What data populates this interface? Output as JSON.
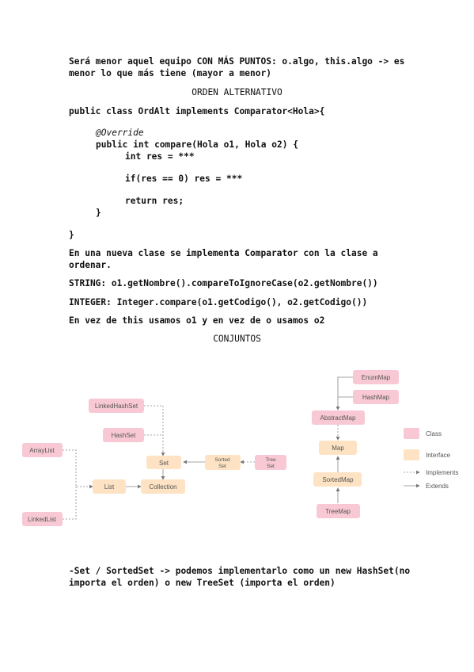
{
  "doc": {
    "line1": "Será menor aquel equipo CON MÁS PUNTOS: o.algo, this.algo -> es",
    "line2": "menor lo que más tiene (mayor a menor)",
    "heading_orden": "ORDEN ALTERNATIVO",
    "code": {
      "class_decl": "public class OrdAlt implements Comparator<Hola>{",
      "override": "@Override",
      "method": "public int compare(Hola o1, Hola o2) {",
      "int_res": "int res = ***",
      "if_res": "if(res == 0) res = ***",
      "return": "return res;",
      "close_method": "}",
      "close_class": "}"
    },
    "para_nueva_1": "En una nueva clase se implementa Comparator con la clase a",
    "para_nueva_2": "ordenar.",
    "string_line": "STRING: o1.getNombre().compareToIgnoreCase(o2.getNombre())",
    "integer_line": "INTEGER: Integer.compare(o1.getCodigo(), o2.getCodigo())",
    "this_line": "En vez de this usamos o1 y en vez de o usamos o2",
    "heading_conjuntos": "CONJUNTOS",
    "set_line_1": "-Set / SortedSet -> podemos implementarlo como un new HashSet(no",
    "set_line_2": "importa el orden) o new TreeSet (importa el orden)"
  },
  "diagram": {
    "nodes": {
      "linkedhashset": "LinkedHashSet",
      "hashset": "HashSet",
      "arraylist": "ArrayList",
      "linkedlist": "LinkedList",
      "list": "List",
      "set": "Set",
      "collection": "Collection",
      "sortedset_l1": "Sorted",
      "sortedset_l2": "Set",
      "treeset_l1": "Tree",
      "treeset_l2": "Set",
      "enummap": "EnumMap",
      "hashmap": "HashMap",
      "abstractmap": "AbstractMap",
      "map": "Map",
      "sortedmap": "SortedMap",
      "treemap": "TreeMap"
    },
    "legend": {
      "class": "Class",
      "interface": "Interface",
      "implements": "Implements",
      "extends": "Extends"
    },
    "colors": {
      "class_fill": "#f8c9d4",
      "interface_fill": "#fde3c3",
      "line": "#777777"
    }
  }
}
